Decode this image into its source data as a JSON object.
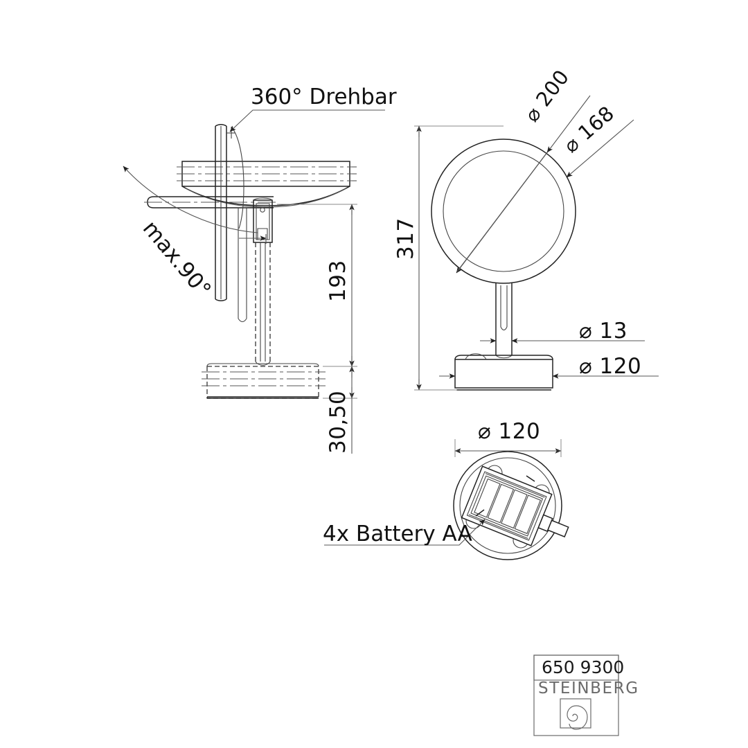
{
  "drawing": {
    "type": "technical-drawing",
    "subject": "cosmetic mirror, freestanding, illuminated",
    "units": "mm"
  },
  "annotations": {
    "rotation_note": "360° Drehbar",
    "tilt_note": "max.90°",
    "battery_note": "4x Battery AA"
  },
  "dimensions": {
    "mirror_outer_dia": "⌀ 200",
    "mirror_inner_dia": "⌀ 168",
    "stem_dia": "⌀ 13",
    "base_dia": "⌀ 120",
    "bottom_view_dia": "⌀ 120",
    "total_height": "317",
    "mirror_clearance_height": "193",
    "base_height": "30,50"
  },
  "title_block": {
    "article_number": "650 9300",
    "brand": "STEINBERG",
    "logo": "steinberg-spiral-logo"
  },
  "views": {
    "side_view": "side-elevation-with-basin",
    "front_view": "front-elevation",
    "bottom_view": "bottom-plan-battery-compartment"
  },
  "colors": {
    "line": "#222222",
    "dim_line": "#555555",
    "extension_line": "#888888",
    "background": "#ffffff",
    "brand_text": "#6a6a6a"
  }
}
